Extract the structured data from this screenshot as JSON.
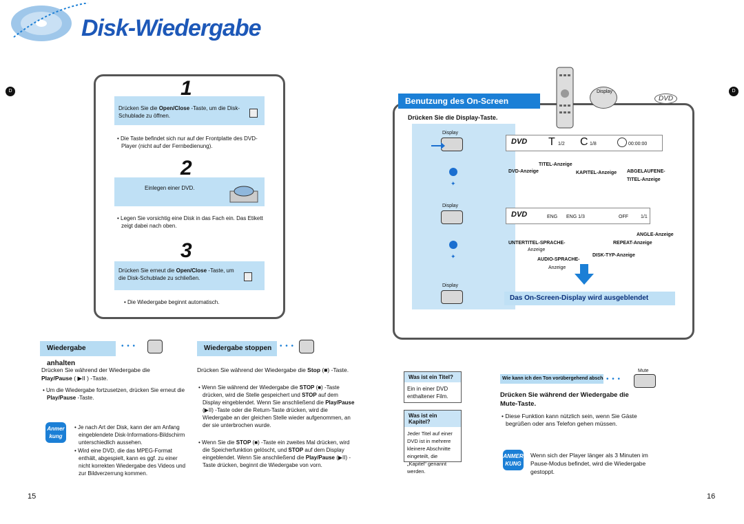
{
  "header": {
    "title": "Disk-Wiedergabe",
    "side_tag": "D"
  },
  "left": {
    "step1": {
      "num": "1",
      "text_pre": "Drücken Sie die ",
      "text_bold": "Open/Close",
      "text_post": " -Taste, um die Disk-Schublade zu öffnen.",
      "bullet": "Die Taste befindet sich nur auf der Frontplatte des DVD-Player (nicht auf der Fernbedienung)."
    },
    "step2": {
      "num": "2",
      "text": "Einlegen einer DVD.",
      "bullet": "Legen Sie vorsichtig eine Disk in das Fach ein. Das Etikett zeigt dabei nach oben."
    },
    "step3": {
      "num": "3",
      "text_pre": "Drücken Sie erneut die ",
      "text_bold": "Open/Close",
      "text_post": " -Taste, um die Disk-Schublade zu schließen.",
      "bullet": "Die Wiedergabe beginnt automatisch."
    },
    "pause": {
      "heading": "Wiedergabe anhalten",
      "intro": "Drücken Sie während der Wiedergabe die",
      "key": "Play/Pause",
      "key_suffix": "-Taste.",
      "bullet1_pre": "Um die Wiedergabe fortzusetzen, drücken Sie erneut die ",
      "bullet1_bold": "Play/Pause",
      "bullet1_post": " -Taste.",
      "note_label": "Anmer kung",
      "note1": "Je nach Art der Disk, kann der am Anfang eingeblendete Disk-Informations-Bildschirm unterschiedlich aussehen.",
      "note2": "Wird eine DVD, die das MPEG-Format enthält, abgespielt, kann es ggf. zu einer nicht korrekten Wiedergabe des Videos und zur Bildverzerrung kommen."
    },
    "stop": {
      "heading": "Wiedergabe stoppen",
      "intro_pre": "Drücken Sie während der Wiedergabe die ",
      "intro_bold": "Stop",
      "intro_post": " -Taste.",
      "b1_pre": "Wenn Sie während der Wiedergabe die ",
      "b1_bold1": "STOP",
      "b1_mid": " -Taste drücken, wird die Stelle gespeichert und ",
      "b1_bold2": "STOP",
      "b1_mid2": " auf dem Display eingeblendet. Wenn Sie anschließend die ",
      "b1_bold3": "Play/Pause",
      "b1_post": " -Taste oder die Return-Taste drücken, wird die Wiedergabe an der gleichen Stelle wieder aufgenommen, an der sie unterbrochen wurde.",
      "b2_pre": "Wenn Sie die ",
      "b2_bold1": "STOP",
      "b2_mid": " -Taste ein zweites Mal drücken, wird die Speicherfunktion gelöscht, und ",
      "b2_bold2": "STOP",
      "b2_mid2": " auf dem Display eingeblendet. Wenn Sie anschließend die ",
      "b2_bold3": "Play/Pause",
      "b2_post": " -Taste drücken, beginnt die Wiedergabe von vorn."
    },
    "page_number": "15"
  },
  "right": {
    "banner": "Benutzung des On-Screen Display",
    "display_label": "Display",
    "dvd_logo": "DVD",
    "sub": "Drücken Sie die Display-Taste.",
    "osd1": {
      "title": "T",
      "title_val": "1/2",
      "chapter": "C",
      "chapter_val": "1/8",
      "time": "00:00:00",
      "label_title": "TITEL-Anzeige",
      "label_dvd": "DVD-Anzeige",
      "label_chapter": "KAPITEL-Anzeige",
      "label_elapsed1": "ABGELAUFENE-",
      "label_elapsed2": "TITEL-Anzeige"
    },
    "osd2": {
      "lang": "ENG",
      "sub": "ENG 1/3",
      "off": "OFF",
      "angle": "1/1",
      "l_angle": "ANGLE-Anzeige",
      "l_repeat": "REPEAT-Anzeige",
      "l_sub1": "UNTERTITEL-SPRACHE-",
      "l_sub2": "Anzeige",
      "l_disk": "DISK-TYP-Anzeige",
      "l_audio1": "AUDIO-SPRACHE-",
      "l_audio2": "Anzeige"
    },
    "hidden": "Das On-Screen-Display wird ausgeblendet",
    "q1": {
      "head": "Was ist ein Titel?",
      "body": "Ein in einer DVD enthaltener Film."
    },
    "q2": {
      "head": "Was ist ein Kapitel?",
      "body": "Jeder Titel auf einer DVD ist in mehrere kleinere Abschnitte eingeteilt, die „Kapitel“ genannt werden."
    },
    "mute": {
      "question": "Wie kann ich den Ton vorübergehend abschalten?",
      "btn": "Mute",
      "instr": "Drücken Sie während der Wiedergabe die Mute-Taste.",
      "bullet": "Diese Funktion kann nützlich sein, wenn Sie Gäste begrüßen oder ans Telefon gehen müssen.",
      "note_label": "ANMER KUNG",
      "note": "Wenn sich der Player länger als 3 Minuten im Pause-Modus befindet, wird die Wiedergabe gestoppt."
    },
    "page_number": "16",
    "side_tag": "D"
  }
}
